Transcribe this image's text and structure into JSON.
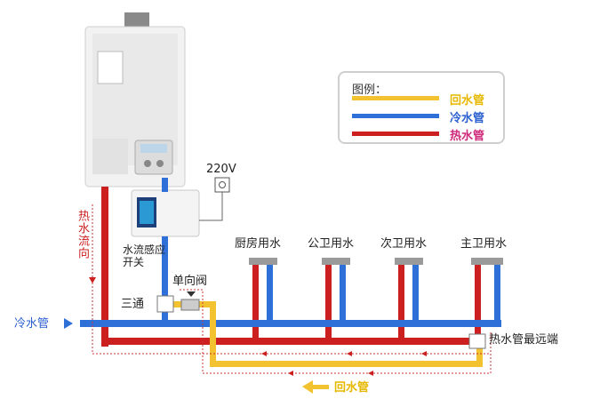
{
  "colors": {
    "return_pipe": "#f2c230",
    "cold_pipe": "#2f6fd8",
    "hot_pipe": "#cc1f1f",
    "return_label": "#e6b800",
    "cold_label": "#2a5fd0",
    "hot_label": "#d0287a"
  },
  "legend": {
    "title": "图例：",
    "items": [
      {
        "label": "回水管",
        "kind": "return"
      },
      {
        "label": "冷水管",
        "kind": "cold"
      },
      {
        "label": "热水管",
        "kind": "hot"
      }
    ]
  },
  "labels": {
    "voltage": "220V",
    "hot_flow": "热水流向",
    "flow_switch": "水流感应开关",
    "check_valve": "单向阀",
    "tee": "三通",
    "cold_inlet": "冷水管",
    "farthest_end": "热水管最远端",
    "return_pipe": "回水管",
    "fixtures": [
      "厨房用水",
      "公卫用水",
      "次卫用水",
      "主卫用水"
    ]
  },
  "icons": {
    "heater": "water-heater-icon",
    "pump": "circulation-pump-icon",
    "outlet": "power-outlet-icon",
    "arrow_in": "arrow-right-icon",
    "arrow_return": "arrow-left-icon"
  }
}
